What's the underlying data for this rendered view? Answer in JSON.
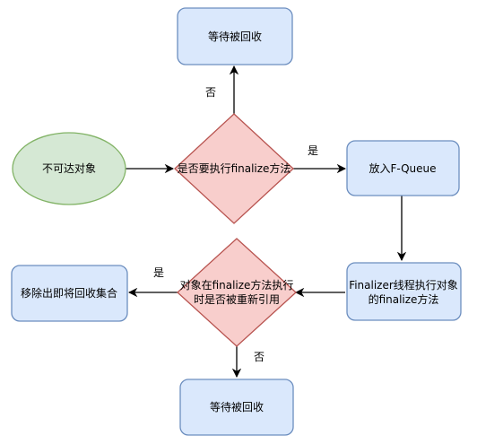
{
  "colors": {
    "process_fill": "#dae8fc",
    "process_stroke": "#6c8ebf",
    "decision_fill": "#f8cecc",
    "decision_stroke": "#b85450",
    "start_fill": "#d5e8d4",
    "start_stroke": "#82b366",
    "edge": "#000000"
  },
  "nodes": {
    "start": {
      "label": "不可达对象"
    },
    "decision1": {
      "label": "是否要执行finalize方法"
    },
    "wait_top": {
      "label": "等待被回收"
    },
    "fqueue": {
      "label": "放入F-Queue"
    },
    "finalizer": {
      "line1": "Finalizer线程执行对象",
      "line2": "的finalize方法"
    },
    "decision2": {
      "line1": "对象在finalize方法执行",
      "line2": "时是否被重新引用"
    },
    "remove": {
      "label": "移除出即将回收集合"
    },
    "wait_bottom": {
      "label": "等待被回收"
    }
  },
  "edges": {
    "d1_to_wait_top": {
      "label": "否"
    },
    "d1_to_fqueue": {
      "label": "是"
    },
    "d2_to_remove": {
      "label": "是"
    },
    "d2_to_wait_bottom": {
      "label": "否"
    }
  }
}
